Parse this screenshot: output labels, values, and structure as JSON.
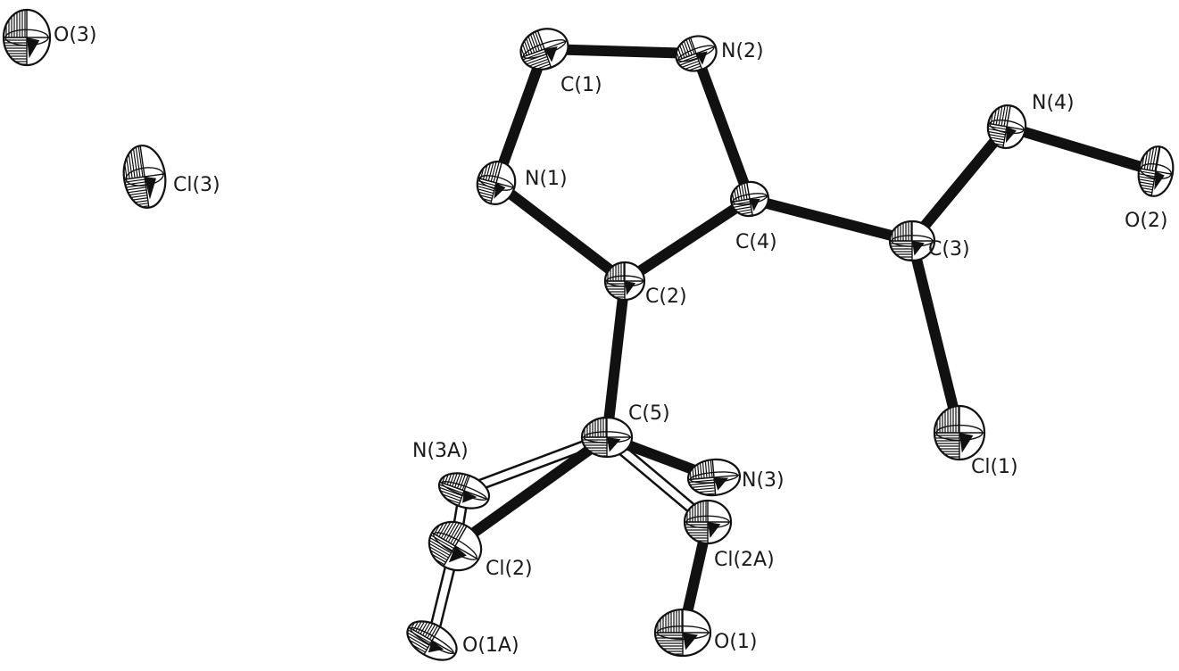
{
  "figure": {
    "atoms": [
      {
        "id": "O3",
        "label": "O(3)"
      },
      {
        "id": "Cl3",
        "label": "Cl(3)"
      },
      {
        "id": "C1",
        "label": "C(1)"
      },
      {
        "id": "N2",
        "label": "N(2)"
      },
      {
        "id": "N1",
        "label": "N(1)"
      },
      {
        "id": "N4",
        "label": "N(4)"
      },
      {
        "id": "O2",
        "label": "O(2)"
      },
      {
        "id": "C4",
        "label": "C(4)"
      },
      {
        "id": "C3",
        "label": "C(3)"
      },
      {
        "id": "C2",
        "label": "C(2)"
      },
      {
        "id": "C5",
        "label": "C(5)"
      },
      {
        "id": "Cl1",
        "label": "Cl(1)"
      },
      {
        "id": "N3A",
        "label": "N(3A)"
      },
      {
        "id": "N3",
        "label": "N(3)"
      },
      {
        "id": "Cl2",
        "label": "Cl(2)"
      },
      {
        "id": "Cl2A",
        "label": "Cl(2A)"
      },
      {
        "id": "O1A",
        "label": "O(1A)"
      },
      {
        "id": "O1",
        "label": "O(1)"
      }
    ],
    "bonds_solid": [
      [
        "C1",
        "N2"
      ],
      [
        "C1",
        "N1"
      ],
      [
        "N2",
        "C4"
      ],
      [
        "N1",
        "C2"
      ],
      [
        "C2",
        "C4"
      ],
      [
        "C4",
        "C3"
      ],
      [
        "C3",
        "N4"
      ],
      [
        "N4",
        "O2"
      ],
      [
        "C3",
        "Cl1"
      ],
      [
        "C2",
        "C5"
      ],
      [
        "C5",
        "N3"
      ],
      [
        "C5",
        "Cl2"
      ],
      [
        "Cl2A",
        "O1"
      ]
    ],
    "bonds_open": [
      [
        "C5",
        "N3A"
      ],
      [
        "N3A",
        "Cl2"
      ],
      [
        "C5",
        "Cl2A"
      ],
      [
        "Cl2",
        "O1A"
      ]
    ]
  }
}
